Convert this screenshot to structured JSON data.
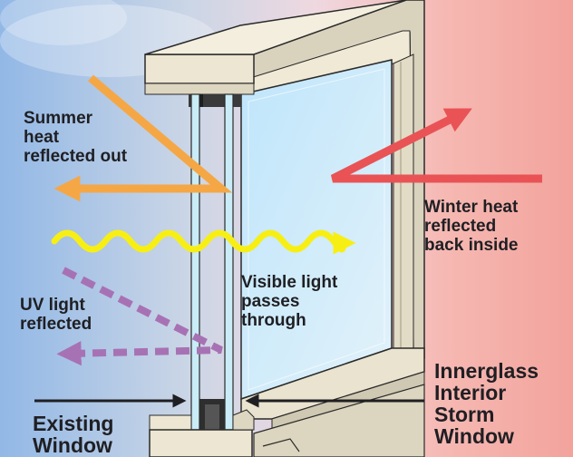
{
  "labels": {
    "summer": "Summer\nheat\nreflected out",
    "winter": "Winter heat\nreflected\nback inside",
    "visible": "Visible light\npasses\nthrough",
    "uv": "UV light\nreflected",
    "existing": "Existing\nWindow",
    "innerglass": "Innerglass\nInterior\nStorm\nWindow"
  },
  "colors": {
    "exterior": "#9ec0e6",
    "interior": "#f1a6a0",
    "summer_arrow": "#f5a745",
    "winter_arrow": "#e95356",
    "visible_wave": "#f7ef14",
    "uv_arrow": "#a772b4",
    "frame": "#ece6d2",
    "glass": "#c9ecf7"
  }
}
